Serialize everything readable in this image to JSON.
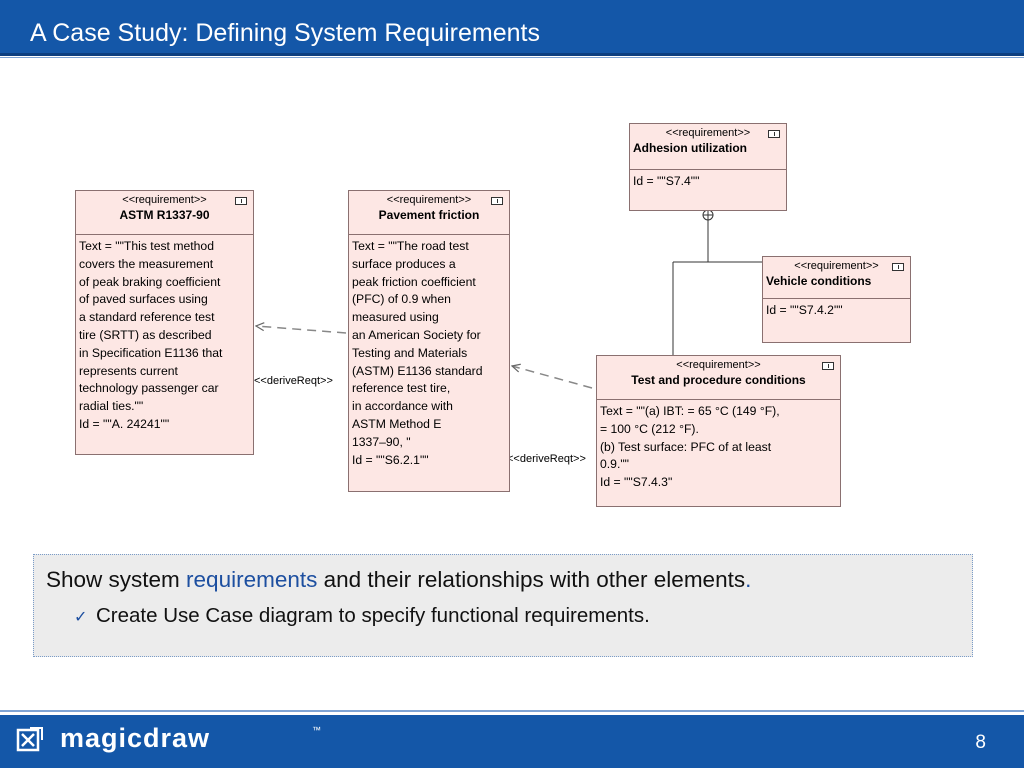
{
  "slide": {
    "title": "A Case Study: Defining System Requirements",
    "page_number": "8",
    "brand": "magicdraw",
    "trademark": "™"
  },
  "diagram": {
    "requirements": [
      {
        "key": "astm",
        "stereotype": "<<requirement>>",
        "name": "ASTM R1337-90",
        "text": "Text = \"\"This test method\ncovers the measurement\nof peak braking coefficient\nof paved surfaces using\na standard reference test\ntire (SRTT) as described\nin Specification E1136 that\nrepresents current\ntechnology passenger car\nradial ties.\"\"\nId = \"\"A. 24241\"\""
      },
      {
        "key": "pavement",
        "stereotype": "<<requirement>>",
        "name": "Pavement friction",
        "text": "Text = \"\"The road test\nsurface produces a\npeak friction coefficient\n(PFC) of 0.9 when\nmeasured using\nan American Society for\nTesting and Materials\n(ASTM) E1136 standard\nreference test tire,\nin accordance with\nASTM Method E\n1337–90, \"\nId = \"\"S6.2.1\"\""
      },
      {
        "key": "adhesion",
        "stereotype": "<<requirement>>",
        "name": "Adhesion utilization",
        "text": "Id = \"\"S7.4\"\""
      },
      {
        "key": "vehicle",
        "stereotype": "<<requirement>>",
        "name": "Vehicle conditions",
        "text": "Id = \"\"S7.4.2\"\""
      },
      {
        "key": "test",
        "stereotype": "<<requirement>>",
        "name": "Test and procedure conditions",
        "text": "Text = \"\"(a) IBT: = 65 °C (149 °F),\n= 100 °C (212 °F).\n(b) Test surface: PFC of at least\n0.9.\"\"\nId = \"\"S7.4.3\""
      }
    ],
    "relations": [
      {
        "type": "deriveReqt",
        "label": "<<deriveReqt>>",
        "from": "Pavement friction",
        "to": "ASTM R1337-90"
      },
      {
        "type": "deriveReqt",
        "label": "<<deriveReqt>>",
        "from": "Test and procedure conditions",
        "to": "Pavement friction"
      },
      {
        "type": "containment",
        "from": "Adhesion utilization",
        "to": "Vehicle conditions"
      },
      {
        "type": "containment",
        "from": "Adhesion utilization",
        "to": "Test and procedure conditions"
      }
    ]
  },
  "notes": {
    "main_prefix": "Show system ",
    "main_highlight": "requirements",
    "main_suffix": " and their relationships with other elements",
    "main_period": ".",
    "bullet_icon": "checkmark-icon",
    "bullet_text": "Create Use Case diagram to specify functional requirements."
  },
  "colors": {
    "title_bar": "#1457a8",
    "requirement_fill": "#fde7e4",
    "highlight_text": "#1d4fa0",
    "note_fill": "#ececec"
  }
}
